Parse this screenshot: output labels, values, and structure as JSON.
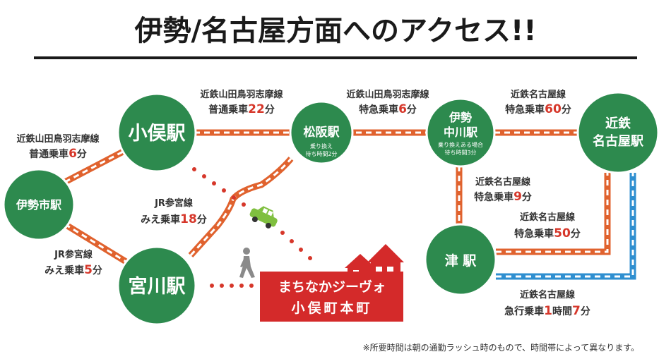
{
  "title": "伊勢/名古屋方面へのアクセス!!",
  "stations": {
    "obata": "小俣駅",
    "matsusaka": "松阪駅",
    "matsusaka_note1": "乗り換え",
    "matsusaka_note2": "待ち時間2分",
    "nakagawa1": "伊勢",
    "nakagawa2": "中川駅",
    "nakagawa_note1": "乗り換えある場合",
    "nakagawa_note2": "待ち時間3分",
    "nagoya1": "近鉄",
    "nagoya2": "名古屋駅",
    "iseshi": "伊勢市駅",
    "miyagawa": "宮川駅",
    "tsu": "津 駅"
  },
  "routes": {
    "r1_line": "近鉄山田鳥羽志摩線",
    "r1_train": "普通乗車",
    "r1_num": "6",
    "r1_unit": "分",
    "r2_line": "近鉄山田鳥羽志摩線",
    "r2_train": "普通乗車",
    "r2_num": "22",
    "r2_unit": "分",
    "r3_line": "近鉄山田鳥羽志摩線",
    "r3_train": "特急乗車",
    "r3_num": "6",
    "r3_unit": "分",
    "r4_line": "近鉄名古屋線",
    "r4_train": "特急乗車",
    "r4_num": "60",
    "r4_unit": "分",
    "r5_line": "近鉄名古屋線",
    "r5_train": "特急乗車",
    "r5_num": "9",
    "r5_unit": "分",
    "r6_line": "近鉄名古屋線",
    "r6_train": "特急乗車",
    "r6_num": "50",
    "r6_unit": "分",
    "r7_line": "近鉄名古屋線",
    "r7_train": "急行乗車",
    "r7_num1": "1",
    "r7_mid": "時間",
    "r7_num2": "7",
    "r7_unit": "分",
    "r8_line": "JR参宮線",
    "r8_train": "みえ乗車",
    "r8_num": "18",
    "r8_unit": "分",
    "r9_line": "JR参宮線",
    "r9_train": "みえ乗車",
    "r9_num": "5",
    "r9_unit": "分"
  },
  "destination": {
    "line1": "まちなかジーヴォ",
    "line2": "小俣町本町"
  },
  "footnote": "※所要時間は朝の通勤ラッシュ時のもので、時間帯によって異なります。",
  "colors": {
    "green": "#2d8a4e",
    "orange": "#e0622e",
    "blue": "#2f8fd0",
    "red": "#d42a2a"
  },
  "icons": [
    "car-icon",
    "walking-person-icon",
    "houses-icon"
  ]
}
